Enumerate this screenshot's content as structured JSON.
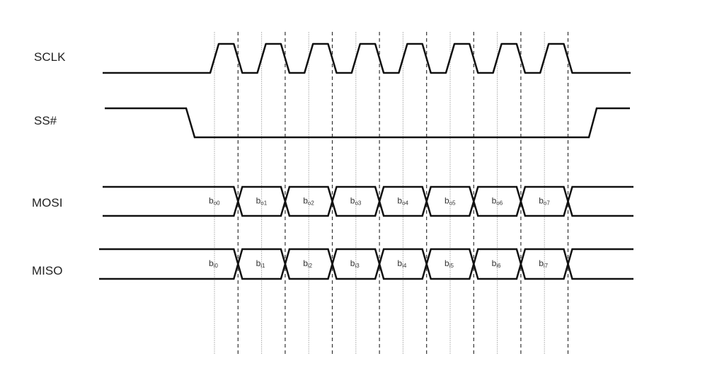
{
  "signals": [
    {
      "id": "sclk",
      "label": "SCLK"
    },
    {
      "id": "ss",
      "label": "SS#"
    },
    {
      "id": "mosi",
      "label": "MOSI"
    },
    {
      "id": "miso",
      "label": "MISO"
    }
  ],
  "mosi_bits": [
    {
      "base": "b",
      "sub": "o0"
    },
    {
      "base": "b",
      "sub": "o1"
    },
    {
      "base": "b",
      "sub": "o2"
    },
    {
      "base": "b",
      "sub": "o3"
    },
    {
      "base": "b",
      "sub": "o4"
    },
    {
      "base": "b",
      "sub": "o5"
    },
    {
      "base": "b",
      "sub": "o6"
    },
    {
      "base": "b",
      "sub": "o7"
    }
  ],
  "miso_bits": [
    {
      "base": "b",
      "sub": "i0"
    },
    {
      "base": "b",
      "sub": "i1"
    },
    {
      "base": "b",
      "sub": "i2"
    },
    {
      "base": "b",
      "sub": "i3"
    },
    {
      "base": "b",
      "sub": "i4"
    },
    {
      "base": "b",
      "sub": "i5"
    },
    {
      "base": "b",
      "sub": "i6"
    },
    {
      "base": "b",
      "sub": "i7"
    }
  ],
  "clock_cycles": 8,
  "colors": {
    "line": "#111111",
    "grid": "#bbbbbb",
    "dashed": "#333333"
  }
}
